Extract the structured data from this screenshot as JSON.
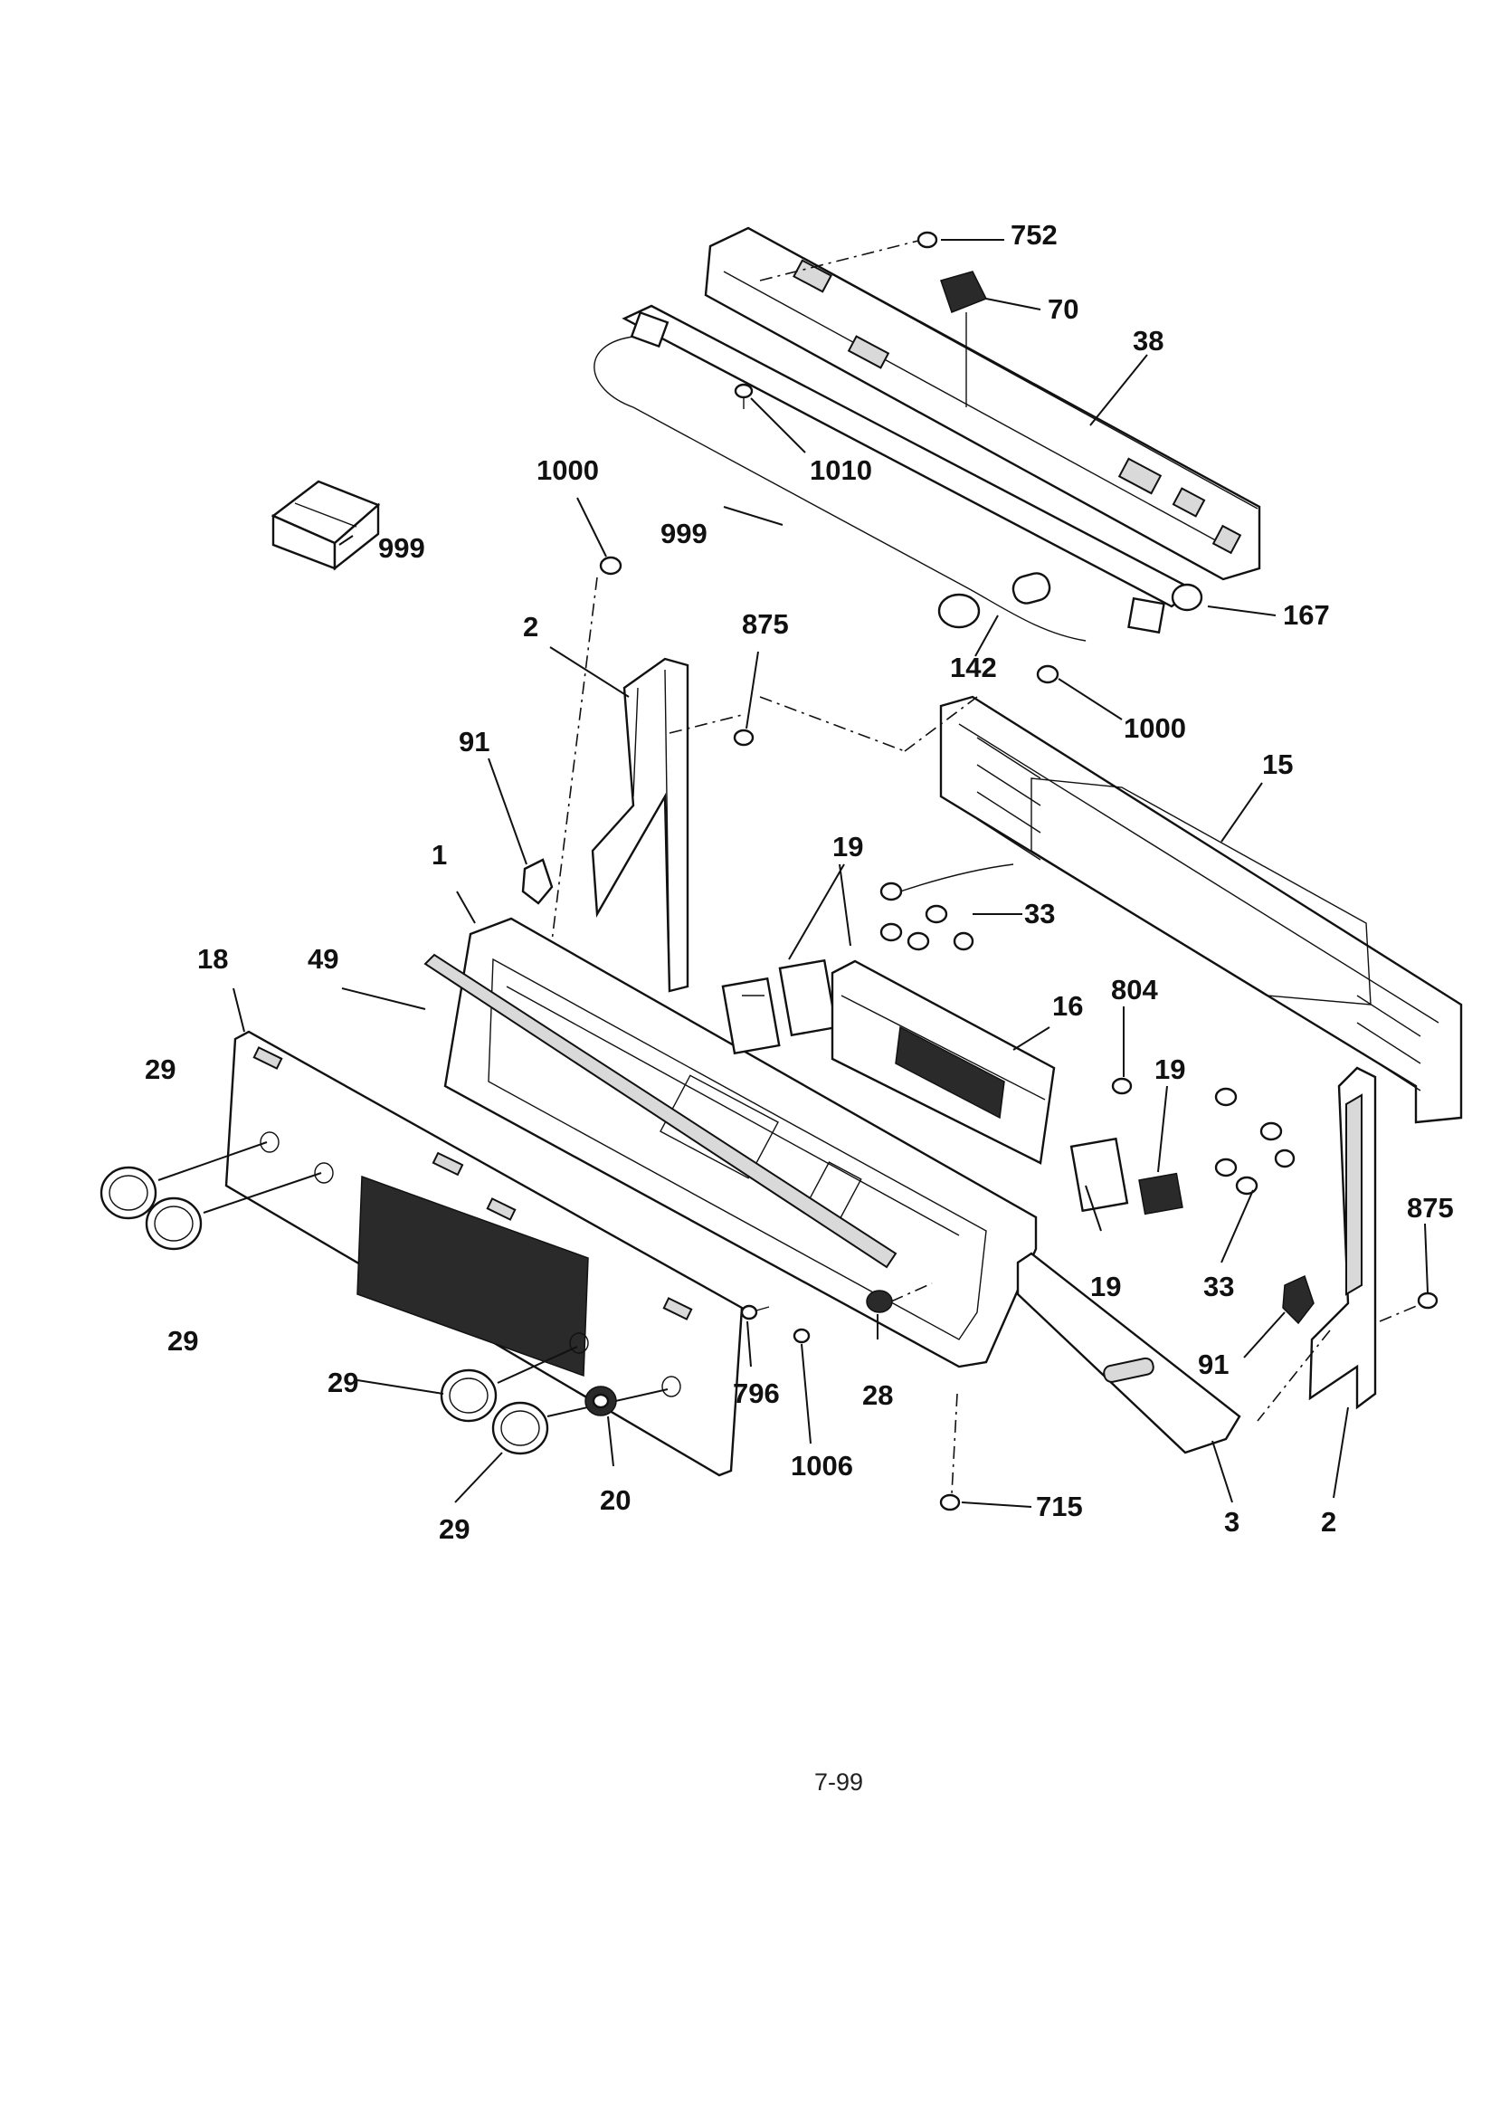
{
  "page_number": "7-99",
  "callouts": [
    {
      "id": "c752",
      "text": "752"
    },
    {
      "id": "c70",
      "text": "70"
    },
    {
      "id": "c38",
      "text": "38"
    },
    {
      "id": "c1010",
      "text": "1010"
    },
    {
      "id": "c1000a",
      "text": "1000"
    },
    {
      "id": "c999a",
      "text": "999"
    },
    {
      "id": "c999b",
      "text": "999"
    },
    {
      "id": "c167",
      "text": "167"
    },
    {
      "id": "c142",
      "text": "142"
    },
    {
      "id": "c2a",
      "text": "2"
    },
    {
      "id": "c875a",
      "text": "875"
    },
    {
      "id": "c1000b",
      "text": "1000"
    },
    {
      "id": "c15",
      "text": "15"
    },
    {
      "id": "c91a",
      "text": "91"
    },
    {
      "id": "c1",
      "text": "1"
    },
    {
      "id": "c19a",
      "text": "19"
    },
    {
      "id": "c33a",
      "text": "33"
    },
    {
      "id": "c18",
      "text": "18"
    },
    {
      "id": "c49",
      "text": "49"
    },
    {
      "id": "c16",
      "text": "16"
    },
    {
      "id": "c804",
      "text": "804"
    },
    {
      "id": "c19b",
      "text": "19"
    },
    {
      "id": "c29a",
      "text": "29"
    },
    {
      "id": "c29b",
      "text": "29"
    },
    {
      "id": "c19c",
      "text": "19"
    },
    {
      "id": "c33b",
      "text": "33"
    },
    {
      "id": "c875b",
      "text": "875"
    },
    {
      "id": "c796",
      "text": "796"
    },
    {
      "id": "c28",
      "text": "28"
    },
    {
      "id": "c91b",
      "text": "91"
    },
    {
      "id": "c29c",
      "text": "29"
    },
    {
      "id": "c1006",
      "text": "1006"
    },
    {
      "id": "c20",
      "text": "20"
    },
    {
      "id": "c29d",
      "text": "29"
    },
    {
      "id": "c715",
      "text": "715"
    },
    {
      "id": "c3",
      "text": "3"
    },
    {
      "id": "c2b",
      "text": "2"
    }
  ]
}
